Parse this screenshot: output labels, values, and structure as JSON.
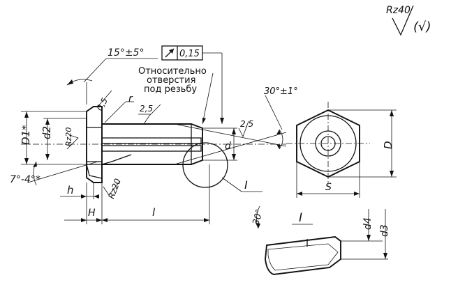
{
  "surface": {
    "roughness_symbol": "Rz40",
    "roughness_rest": "(√)"
  },
  "main_view": {
    "angle_top": "15°±5°",
    "tolerance_value": "0,15",
    "relative_note_line1": "Относительно",
    "relative_note_line2": "отверстия",
    "relative_note_line3": "под резьбу",
    "fillet_label": "0,5",
    "radius_label": "r",
    "finish_label_1": "2,5",
    "finish_label_2": "2,5",
    "rz20_inner": "Rz20",
    "rz20_under_head": "Rz20",
    "angle_right": "30°±1°",
    "d_label": "d",
    "d1_label": "D1*",
    "d2_label": "d2",
    "angle_left": "7°-4°*",
    "h_label": "h",
    "H_label": "H",
    "l_label": "l",
    "detail_ref": "I"
  },
  "end_view": {
    "D_label": "D",
    "S_label": "S"
  },
  "detail": {
    "title": "I",
    "angle": "30°",
    "d4_label": "d4",
    "d3_label": "d3"
  }
}
